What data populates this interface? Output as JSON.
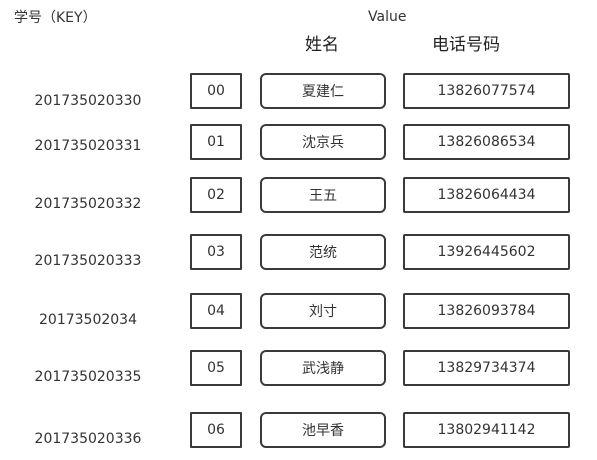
{
  "headers": {
    "key": "学号（KEY）",
    "value": "Value",
    "name": "姓名",
    "phone": "电话号码"
  },
  "rows": [
    {
      "key": "201735020330",
      "index": "00",
      "name": "夏建仁",
      "phone": "13826077574"
    },
    {
      "key": "201735020331",
      "index": "01",
      "name": "沈京兵",
      "phone": "13826086534"
    },
    {
      "key": "201735020332",
      "index": "02",
      "name": "王五",
      "phone": "13826064434"
    },
    {
      "key": "201735020333",
      "index": "03",
      "name": "范统",
      "phone": "13926445602"
    },
    {
      "key": "20173502034",
      "index": "04",
      "name": "刘寸",
      "phone": "13826093784"
    },
    {
      "key": "201735020335",
      "index": "05",
      "name": "武浅静",
      "phone": "13829734374"
    },
    {
      "key": "201735020336",
      "index": "06",
      "name": "池早香",
      "phone": "13802941142"
    }
  ]
}
